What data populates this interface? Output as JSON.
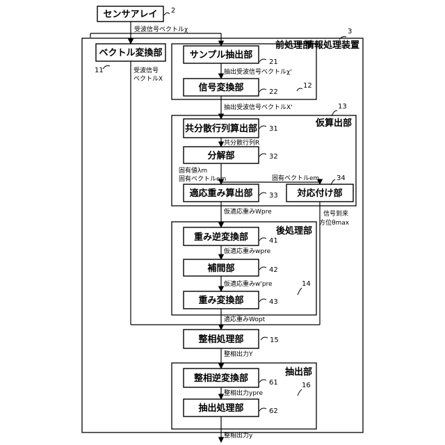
{
  "blocks": {
    "sensor_array": "センサアレイ",
    "vector_transform": "ベクトル変換部",
    "sample_extract": "サンプル抽出部",
    "signal_transform": "信号変換部",
    "cov_calc": "共分散行列算出部",
    "decompose": "分解部",
    "adaptive_weight": "適応重み算出部",
    "correspondence": "対応付け部",
    "weight_inverse": "重み逆変換部",
    "interpolation": "補間部",
    "weight_transform": "重み変換部",
    "phasing": "整相処理部",
    "phasing_inverse": "整相逆変換部",
    "extract_proc": "抽出処理部"
  },
  "groups": {
    "info_device": "情報処理装置",
    "preprocess": "前処理部",
    "provisional_calc": "仮算出部",
    "postprocess": "後処理部",
    "extraction": "抽出部"
  },
  "signals": {
    "recv_vec_chi": "受波信号ベクトルχ",
    "recv_vec_X_1": "受波信号",
    "recv_vec_X_2": "ベクトルX",
    "extracted_chi": "抽出受波信号ベクトルχ'",
    "extracted_X": "抽出受波信号ベクトルX'",
    "cov_R": "共分散行列R",
    "eigval": "固有値λm",
    "eigvec_left": "固有ベクトルem",
    "eigvec_right": "固有ベクトルem",
    "provisional_W": "仮適応重みWpre",
    "provisional_w": "仮適応重みwpre",
    "provisional_w2": "仮適応重みw'pre",
    "arrival_1": "信号到来",
    "arrival_2": "方位θmax",
    "adaptive_wopt": "適応重みWopt",
    "phasing_Y": "整相出力Y",
    "phasing_ypre": "整相出力ypre",
    "phasing_y": "整相出力y"
  },
  "refs": {
    "r2": "2",
    "r3": "3",
    "r11": "11",
    "r12": "12",
    "r13": "13",
    "r14": "14",
    "r15": "15",
    "r16": "16",
    "r21": "21",
    "r22": "22",
    "r31": "31",
    "r32": "32",
    "r33": "33",
    "r34": "34",
    "r41": "41",
    "r42": "42",
    "r43": "43",
    "r61": "61",
    "r62": "62"
  }
}
